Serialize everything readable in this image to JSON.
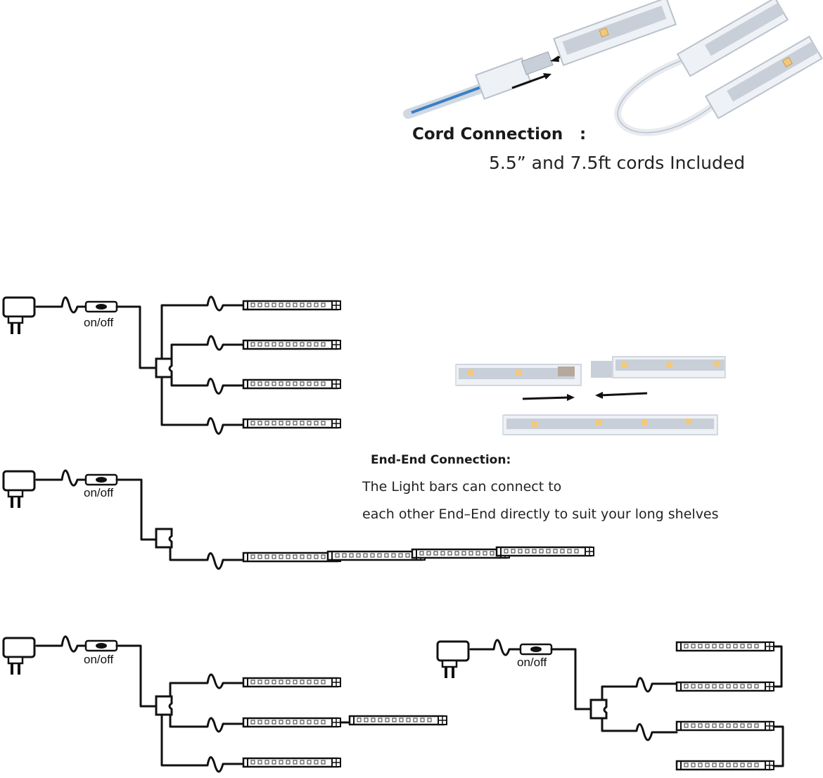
{
  "cord_connection": {
    "title": "Cord Connection",
    "title_suffix": ":",
    "subtitle": "5.5” and 7.5ft cords Included"
  },
  "end_end_connection": {
    "title": "End-End Connection:",
    "line1": "The Light bars can connect to",
    "line2": "each other End–End directly to suit your long shelves"
  },
  "switch_label": "on/off",
  "colors": {
    "line": "#111111",
    "led": "#f2c97a",
    "bar_body": "#dfe3ea",
    "cable_blue": "#3a7fc4"
  },
  "diagrams": [
    {
      "name": "parallel-4",
      "switch_label": "on/off",
      "bars": 4,
      "layout": "four parallel bars from splitter"
    },
    {
      "name": "series-4",
      "switch_label": "on/off",
      "bars": 4,
      "layout": "four bars linked end-to-end"
    },
    {
      "name": "mixed-3",
      "switch_label": "on/off",
      "bars": 4,
      "layout": "three branches, middle branch extended by a second bar"
    },
    {
      "name": "looped-2x2",
      "switch_label": "on/off",
      "bars": 4,
      "layout": "two branches, each linked to a second bar by cord"
    }
  ]
}
